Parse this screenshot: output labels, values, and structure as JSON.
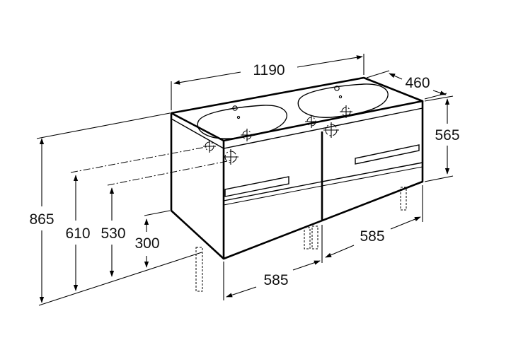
{
  "dimensions": {
    "width_total": "1190",
    "depth": "460",
    "height_total": "865",
    "height_cabinet": "565",
    "height_610": "610",
    "height_530": "530",
    "height_300": "300",
    "width_left_module": "585",
    "width_right_module": "585"
  },
  "colors": {
    "line": "#000000",
    "background": "#ffffff"
  }
}
